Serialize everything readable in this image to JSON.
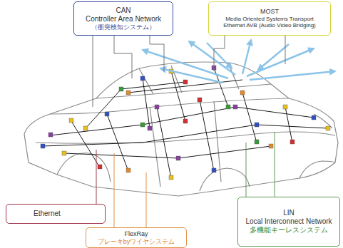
{
  "diagram": {
    "nodes": [
      {
        "text": [
          "CAN",
          "Controller Area Network",
          "（衝突検知システム）"
        ]
      },
      {
        "text": [
          "MOST",
          "Media Oriented Systems Transport",
          "Ethernet AVB (Audio Video Bridging)"
        ]
      },
      {
        "text": [
          "Ethernet"
        ]
      },
      {
        "text": [
          "FlexRay",
          "ブレーキbyワイヤシステム"
        ]
      },
      {
        "text": [
          "LIN",
          "Local Interconnect Network",
          "多機能キーレスシステム"
        ]
      }
    ]
  }
}
